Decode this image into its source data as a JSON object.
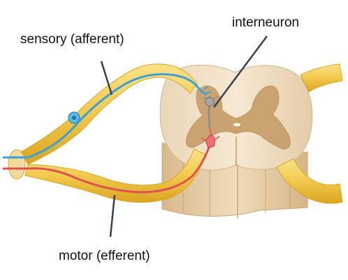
{
  "labels": {
    "sensory": "sensory (afferent)",
    "interneuron": "interneuron",
    "motor": "motor (efferent)"
  },
  "colors": {
    "nerve_fill": "#f2c94c",
    "nerve_edge": "#d9a520",
    "nerve_highlight": "#fbe59a",
    "white_matter": "#f3e3cc",
    "gray_matter": "#c9a06c",
    "root_fill": "#ead2ad",
    "sensory_neuron": "#3aa0d8",
    "motor_neuron": "#e05050",
    "interneuron": "#8c8c8c",
    "leader_line": "#3b4050"
  },
  "icons": {
    "sensory_cell_body": "sensory-neuron-cell-body",
    "motor_cell_body": "motor-neuron-cell-body",
    "interneuron_cell_body": "interneuron-cell-body"
  }
}
